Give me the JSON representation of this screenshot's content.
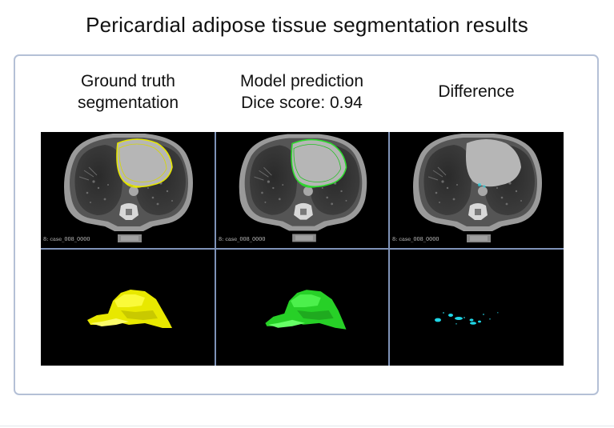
{
  "header": {
    "title": "Pericardial adipose tissue segmentation results"
  },
  "columns": [
    {
      "line1": "Ground truth",
      "line2": "segmentation"
    },
    {
      "line1": "Model prediction",
      "line2": "Dice score: 0.94"
    },
    {
      "line1": "Difference"
    }
  ],
  "ct_caption": "8: case_008_0000",
  "colors": {
    "ground_truth": "#f0f000",
    "prediction": "#2edb2e",
    "difference": "#1fd6e6",
    "divider": "#7f93b8",
    "frame": "#b4c0d6"
  }
}
